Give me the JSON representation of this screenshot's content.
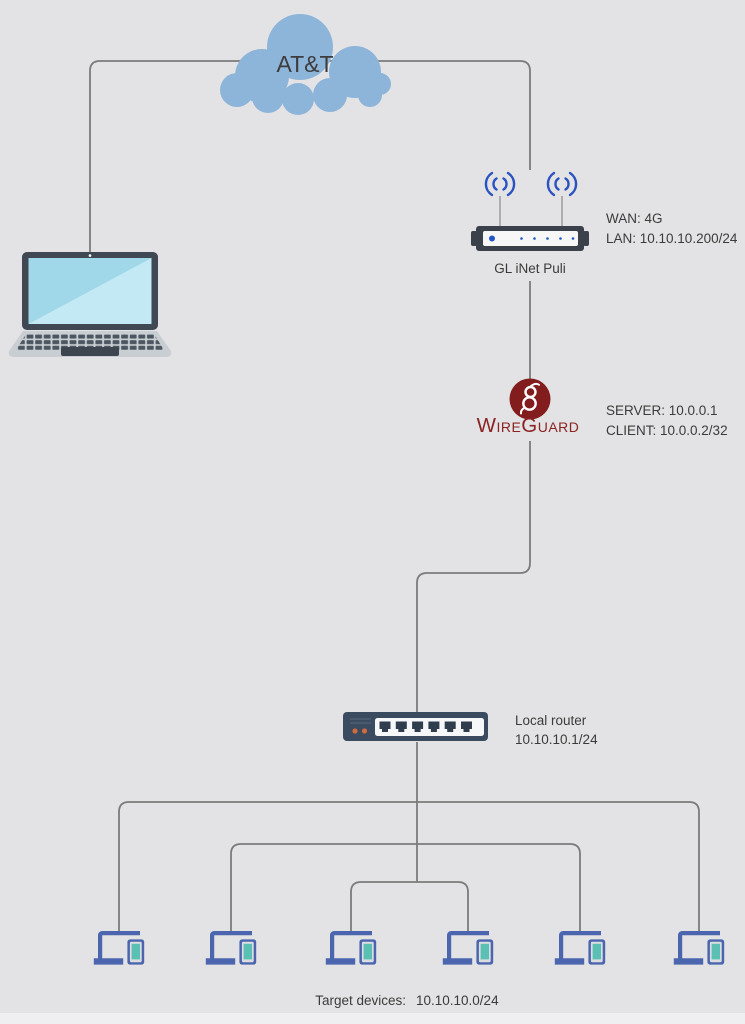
{
  "cloud": {
    "label": "AT&T"
  },
  "router": {
    "name": "GL iNet Puli",
    "wan": "WAN: 4G",
    "lan": "LAN: 10.10.10.200/24"
  },
  "wireguard": {
    "brand": "WireGuard",
    "server": "SERVER: 10.0.0.1",
    "client": "CLIENT: 10.0.0.2/32"
  },
  "local_router": {
    "name": "Local router",
    "subnet": "10.10.10.1/24"
  },
  "target_devices": {
    "label": "Target devices:",
    "subnet": "10.10.10.0/24",
    "count": 6
  },
  "colors": {
    "background": "#e3e3e5",
    "line": "#7b7b7b",
    "cloud_blue": "#8db4d9",
    "wifi_blue": "#2a52c0",
    "router_dark": "#3a414a",
    "switch_dark": "#3b4b5f",
    "port_dark": "#2f3d4d",
    "orange_led": "#cf6a3c",
    "wireguard_red": "#831c1c",
    "device_indigo": "#4b66ae",
    "device_teal": "#5ac0b4",
    "laptop_screen": "#a0d7e9",
    "text": "#3b3b3b"
  }
}
